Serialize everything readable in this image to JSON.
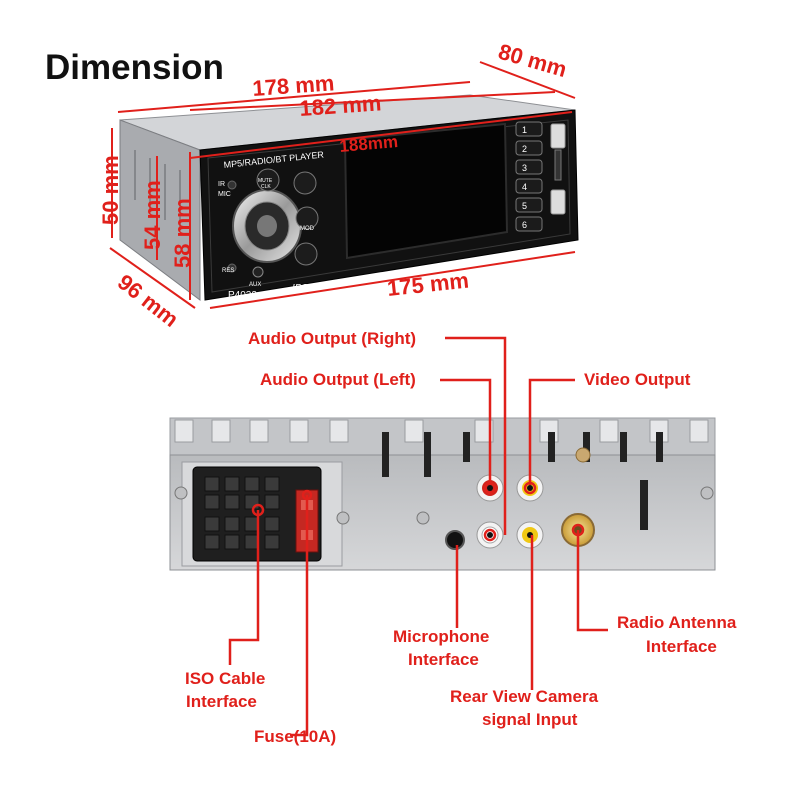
{
  "title": "Dimension",
  "dimensions": {
    "width_top": "178 mm",
    "width_mid": "182 mm",
    "width_inner": "188mm",
    "depth_top": "80 mm",
    "height_left": "50 mm",
    "height_mid": "54 mm",
    "height_front": "58 mm",
    "depth_bottom": "96 mm",
    "width_bottom": "175 mm"
  },
  "device": {
    "header": "MP5/RADIO/BT PLAYER",
    "model": "P4022",
    "screen_label": "IPS LCD",
    "ir": "IR",
    "mic": "MIC",
    "mute": "MUTE",
    "clk": "CLK",
    "mod": "MOD",
    "res": "RES",
    "aux": "AUX",
    "buttons": [
      "1",
      "2",
      "3",
      "4",
      "5",
      "6"
    ]
  },
  "ports": {
    "audio_right": "Audio Output (Right)",
    "audio_left": "Audio Output (Left)",
    "video": "Video Output",
    "iso_line1": "ISO Cable",
    "iso_line2": "Interface",
    "fuse": "Fuse(10A)",
    "mic_line1": "Microphone",
    "mic_line2": "Interface",
    "camera_line1": "Rear View Camera",
    "camera_line2": "signal Input",
    "antenna_line1": "Radio Antenna",
    "antenna_line2": "Interface"
  },
  "colors": {
    "accent": "#e0201b",
    "chassis": "#c9cacc",
    "faceplate": "#111111"
  }
}
